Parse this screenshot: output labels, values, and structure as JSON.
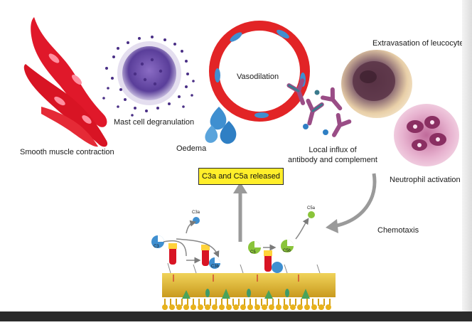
{
  "labels": {
    "smooth_muscle": "Smooth muscle contraction",
    "mast_cell": "Mast cell degranulation",
    "vasodilation": "Vasodilation",
    "oedema": "Oedema",
    "local_influx_line1": "Local influx of",
    "local_influx_line2": "antibody and complement",
    "extravasation": "Extravasation of leucocytes",
    "neutrophil": "Neutrophil activation",
    "chemotaxis": "Chemotaxis",
    "released_box": "C3a and C5a released"
  },
  "molecule_labels": {
    "c3": "C3",
    "c3a": "C3a",
    "c3b": "C3b",
    "c5": "C5",
    "c5a": "C5a",
    "c5b": "C5b"
  },
  "colors": {
    "muscle": "#e0182a",
    "mast_cell": "#5a3e9a",
    "vessel": "#e22426",
    "droplet": "#3f8fd0",
    "membrane": "#e7c23a",
    "box": "#ffee2a",
    "arrow": "#9a9a9a"
  }
}
